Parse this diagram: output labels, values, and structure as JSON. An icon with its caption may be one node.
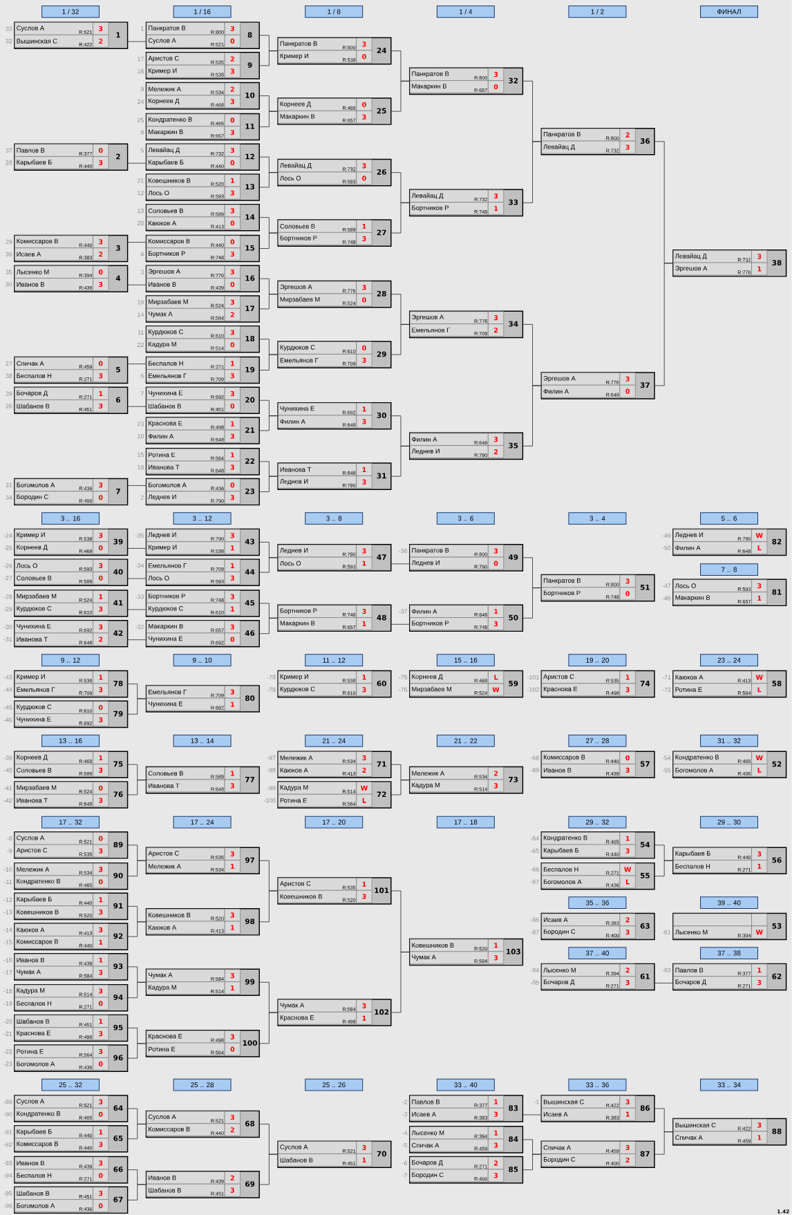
{
  "diagram": {
    "nodes": [
      {
        "text": [
          "1 / 32"
        ]
      },
      {
        "text": [
          "1 / 16"
        ]
      },
      {
        "text": [
          "1 / 8"
        ]
      },
      {
        "text": [
          "1 / 4"
        ]
      },
      {
        "text": [
          "1 / 2"
        ]
      },
      {
        "text": [
          "ФИНАЛ"
        ]
      },
      {
        "text": [
          "Суслов А",
          "R:521",
          "3",
          "Вышинская С",
          "R:422",
          "2",
          "1"
        ],
        "beside": [
          "33",
          "32"
        ]
      },
      {
        "text": [
          "Павлов В",
          "R:377",
          "0",
          "Карыбаев Б",
          "R:440",
          "3",
          "2"
        ],
        "beside": [
          "37",
          "28"
        ]
      },
      {
        "text": [
          "Комиссаров В",
          "R:440",
          "3",
          "Исаев А",
          "R:383",
          "2",
          "3"
        ],
        "beside": [
          "29",
          "36"
        ]
      },
      {
        "text": [
          "Лысенко М",
          "R:394",
          "0",
          "Иванов В",
          "R:439",
          "3",
          "4"
        ],
        "beside": [
          "35",
          "30"
        ]
      },
      {
        "text": [
          "Спичак А",
          "R:459",
          "0",
          "Беспалов Н",
          "R:271",
          "3",
          "5"
        ],
        "beside": [
          "27",
          "38"
        ]
      },
      {
        "text": [
          "Бочаров Д",
          "R:271",
          "1",
          "Шабанов В",
          "R:451",
          "3",
          "6"
        ],
        "beside": [
          "39",
          "26"
        ]
      },
      {
        "text": [
          "Богомолов А",
          "R:436",
          "3",
          "Бородин С",
          "R:400",
          "0",
          "7"
        ],
        "beside": [
          "31",
          "34"
        ]
      },
      {
        "text": [
          "Панкратов В",
          "R:800",
          "3",
          "Суслов А",
          "R:521",
          "0",
          "8"
        ],
        "beside": [
          "1"
        ]
      },
      {
        "text": [
          "Аристов С",
          "R:535",
          "2",
          "Кример И",
          "R:538",
          "3",
          "9"
        ],
        "beside": [
          "17",
          "16"
        ]
      },
      {
        "text": [
          "Мележик А",
          "R:534",
          "2",
          "Корнеев Д",
          "R:468",
          "3",
          "10"
        ],
        "beside": [
          "9",
          "24"
        ]
      },
      {
        "text": [
          "Кондратенко В",
          "R:465",
          "0",
          "Макаркин В",
          "R:657",
          "3",
          "11"
        ],
        "beside": [
          "25",
          "8"
        ]
      },
      {
        "text": [
          "Левайац Д",
          "R:732",
          "3",
          "Карыбаев Б",
          "R:440",
          "0",
          "12"
        ],
        "beside": [
          "5"
        ]
      },
      {
        "text": [
          "Ковешников В",
          "R:520",
          "1",
          "Лось О",
          "R:593",
          "3",
          "13"
        ],
        "beside": [
          "21",
          "12"
        ]
      },
      {
        "text": [
          "Соловьев В",
          "R:589",
          "3",
          "Каюков А",
          "R:413",
          "0",
          "14"
        ],
        "beside": [
          "13",
          "20"
        ]
      },
      {
        "text": [
          "Комиссаров В",
          "R:440",
          "0",
          "Бортников Р",
          "R:748",
          "3",
          "15"
        ],
        "beside": [
          "4"
        ]
      },
      {
        "text": [
          "Эргешов А",
          "R:776",
          "3",
          "Иванов В",
          "R:439",
          "0",
          "16"
        ],
        "beside": [
          "3"
        ]
      },
      {
        "text": [
          "Мирзабаев М",
          "R:524",
          "3",
          "Чумак А",
          "R:584",
          "2",
          "17"
        ],
        "beside": [
          "19",
          "14"
        ]
      },
      {
        "text": [
          "Курдюков С",
          "R:610",
          "3",
          "Кадура М",
          "R:514",
          "0",
          "18"
        ],
        "beside": [
          "11",
          "22"
        ]
      },
      {
        "text": [
          "Беспалов Н",
          "R:271",
          "1",
          "Емельянов Г",
          "R:709",
          "3",
          "19"
        ],
        "beside": [
          "6"
        ]
      },
      {
        "text": [
          "Чунихина Е",
          "R:692",
          "3",
          "Шабанов В",
          "R:451",
          "0",
          "20"
        ],
        "beside": [
          "7"
        ]
      },
      {
        "text": [
          "Краснова Е",
          "R:498",
          "1",
          "Филин А",
          "R:648",
          "3",
          "21"
        ],
        "beside": [
          "23",
          "10"
        ]
      },
      {
        "text": [
          "Ротина Е",
          "R:564",
          "1",
          "Иванова Т",
          "R:648",
          "3",
          "22"
        ],
        "beside": [
          "15",
          "18"
        ]
      },
      {
        "text": [
          "Богомолов А",
          "R:436",
          "0",
          "Леднев И",
          "R:790",
          "3",
          "23"
        ],
        "beside": [
          "2"
        ]
      },
      {
        "text": [
          "Панкратов В",
          "R:800",
          "3",
          "Кример И",
          "R:538",
          "0",
          "24"
        ]
      },
      {
        "text": [
          "Корнеев Д",
          "R:468",
          "0",
          "Макаркин В",
          "R:657",
          "3",
          "25"
        ]
      },
      {
        "text": [
          "Левайац Д",
          "R:732",
          "3",
          "Лось О",
          "R:593",
          "0",
          "26"
        ]
      },
      {
        "text": [
          "Соловьев В",
          "R:589",
          "1",
          "Бортников Р",
          "R:748",
          "3",
          "27"
        ]
      },
      {
        "text": [
          "Эргешов А",
          "R:776",
          "3",
          "Мирзабаев М",
          "R:524",
          "0",
          "28"
        ]
      },
      {
        "text": [
          "Курдюков С",
          "R:610",
          "0",
          "Емельянов Г",
          "R:709",
          "3",
          "29"
        ]
      },
      {
        "text": [
          "Чунихина Е",
          "R:692",
          "1",
          "Филин А",
          "R:648",
          "3",
          "30"
        ]
      },
      {
        "text": [
          "Иванова Т",
          "R:648",
          "1",
          "Леднев И",
          "R:790",
          "3",
          "31"
        ]
      },
      {
        "text": [
          "Панкратов В",
          "R:800",
          "3",
          "Макаркин В",
          "R:657",
          "0",
          "32"
        ]
      },
      {
        "text": [
          "Левайац Д",
          "R:732",
          "3",
          "Бортников Р",
          "R:748",
          "1",
          "33"
        ]
      },
      {
        "text": [
          "Эргешов А",
          "R:776",
          "3",
          "Емельянов Г",
          "R:709",
          "2",
          "34"
        ]
      },
      {
        "text": [
          "Филин А",
          "R:648",
          "3",
          "Леднев И",
          "R:790",
          "2",
          "35"
        ]
      },
      {
        "text": [
          "Панкратов В",
          "R:800",
          "2",
          "Левайац Д",
          "R:732",
          "3",
          "36"
        ]
      },
      {
        "text": [
          "Эргешов А",
          "R:776",
          "3",
          "Филин А",
          "R:648",
          "0",
          "37"
        ]
      },
      {
        "text": [
          "Левайац Д",
          "R:732",
          "3",
          "Эргешов А",
          "R:776",
          "1",
          "38"
        ]
      },
      {
        "text": [
          "3 .. 16"
        ]
      },
      {
        "text": [
          "3 .. 12"
        ]
      },
      {
        "text": [
          "3 .. 8"
        ]
      },
      {
        "text": [
          "3 .. 6"
        ]
      },
      {
        "text": [
          "3 .. 4"
        ]
      },
      {
        "text": [
          "5 .. 6"
        ]
      },
      {
        "text": [
          "Кример И",
          "R:538",
          "3",
          "Корнеев Д",
          "R:468",
          "0",
          "39"
        ],
        "beside": [
          "-24",
          "-25"
        ]
      },
      {
        "text": [
          "Лось О",
          "R:593",
          "3",
          "Соловьев В",
          "R:589",
          "0",
          "40"
        ],
        "beside": [
          "-26",
          "-27"
        ]
      },
      {
        "text": [
          "Мирзабаев М",
          "R:524",
          "1",
          "Курдюков С",
          "R:610",
          "3",
          "41"
        ],
        "beside": [
          "-28",
          "-29"
        ]
      },
      {
        "text": [
          "Чунихина Е",
          "R:692",
          "3",
          "Иванова Т",
          "R:648",
          "2",
          "42"
        ],
        "beside": [
          "-30",
          "-31"
        ]
      },
      {
        "text": [
          "Леднев И",
          "R:790",
          "3",
          "Кример И",
          "R:538",
          "1",
          "43"
        ],
        "beside": [
          "-35"
        ]
      },
      {
        "text": [
          "Емельянов Г",
          "R:709",
          "1",
          "Лось О",
          "R:593",
          "3",
          "44"
        ],
        "beside": [
          "-34"
        ]
      },
      {
        "text": [
          "Бортников Р",
          "R:748",
          "3",
          "Курдюков С",
          "R:610",
          "1",
          "45"
        ],
        "beside": [
          "-33"
        ]
      },
      {
        "text": [
          "Макаркин В",
          "R:657",
          "3",
          "Чунихина Е",
          "R:692",
          "0",
          "46"
        ],
        "beside": [
          "-32"
        ]
      },
      {
        "text": [
          "Леднев И",
          "R:790",
          "3",
          "Лось О",
          "R:593",
          "1",
          "47"
        ]
      },
      {
        "text": [
          "Бортников Р",
          "R:748",
          "3",
          "Макаркин В",
          "R:657",
          "1",
          "48"
        ]
      },
      {
        "text": [
          "Панкратов В",
          "R:800",
          "3",
          "Леднев И",
          "R:790",
          "0",
          "49"
        ],
        "beside": [
          "-36"
        ]
      },
      {
        "text": [
          "Филин А",
          "R:648",
          "1",
          "Бортников Р",
          "R:748",
          "3",
          "50"
        ],
        "beside": [
          "-37"
        ]
      },
      {
        "text": [
          "Панкратов В",
          "R:800",
          "3",
          "Бортников Р",
          "R:748",
          "0",
          "51"
        ]
      },
      {
        "text": [
          "Леднев И",
          "R:790",
          "W",
          "Филин А",
          "R:648",
          "L",
          "82"
        ],
        "beside": [
          "-49",
          "-50"
        ]
      },
      {
        "text": [
          "7 .. 8"
        ]
      },
      {
        "text": [
          "Лось О",
          "R:593",
          "3",
          "Макаркин В",
          "R:657",
          "1",
          "81"
        ],
        "beside": [
          "-47",
          "-48"
        ]
      },
      {
        "text": [
          "9 .. 12"
        ]
      },
      {
        "text": [
          "9 .. 10"
        ]
      },
      {
        "text": [
          "11 .. 12"
        ]
      },
      {
        "text": [
          "15 .. 16"
        ]
      },
      {
        "text": [
          "19 .. 20"
        ]
      },
      {
        "text": [
          "23 .. 24"
        ]
      },
      {
        "text": [
          "Кример И",
          "R:538",
          "1",
          "Емельянов Г",
          "R:709",
          "3",
          "78"
        ],
        "beside": [
          "-43",
          "-44"
        ]
      },
      {
        "text": [
          "Курдюков С",
          "R:610",
          "0",
          "Чунихина Е",
          "R:692",
          "3",
          "79"
        ],
        "beside": [
          "-45",
          "-46"
        ]
      },
      {
        "text": [
          "Емельянов Г",
          "R:709",
          "3",
          "Чунихина Е",
          "R:692",
          "1",
          "80"
        ]
      },
      {
        "text": [
          "Кример И",
          "R:538",
          "1",
          "Курдюков С",
          "R:610",
          "3",
          "60"
        ],
        "beside": [
          "-78",
          "-79"
        ]
      },
      {
        "text": [
          "Корнеев Д",
          "R:468",
          "L",
          "Мирзабаев М",
          "R:524",
          "W",
          "59"
        ],
        "beside": [
          "-75",
          "-76"
        ]
      },
      {
        "text": [
          "Аристов С",
          "R:535",
          "1",
          "Краснова Е",
          "R:498",
          "3",
          "74"
        ],
        "beside": [
          "-101",
          "-102"
        ]
      },
      {
        "text": [
          "Каюков А",
          "R:413",
          "W",
          "Ротина Е",
          "R:564",
          "L",
          "58"
        ],
        "beside": [
          "-71",
          "-72"
        ]
      },
      {
        "text": [
          "13 .. 16"
        ]
      },
      {
        "text": [
          "13 .. 14"
        ]
      },
      {
        "text": [
          "21 .. 24"
        ]
      },
      {
        "text": [
          "21 .. 22"
        ]
      },
      {
        "text": [
          "27 .. 28"
        ]
      },
      {
        "text": [
          "31 .. 32"
        ]
      },
      {
        "text": [
          "Корнеев Д",
          "R:468",
          "1",
          "Соловьев В",
          "R:589",
          "3",
          "75"
        ],
        "beside": [
          "-39",
          "-40"
        ]
      },
      {
        "text": [
          "Мирзабаев М",
          "R:524",
          "0",
          "Иванова Т",
          "R:648",
          "3",
          "76"
        ],
        "beside": [
          "-41",
          "-42"
        ]
      },
      {
        "text": [
          "Соловьев В",
          "R:589",
          "1",
          "Иванова Т",
          "R:648",
          "3",
          "77"
        ]
      },
      {
        "text": [
          "Мележик А",
          "R:534",
          "3",
          "Каюков А",
          "R:413",
          "2",
          "71"
        ],
        "beside": [
          "-97",
          "-98"
        ]
      },
      {
        "text": [
          "Кадура М",
          "R:514",
          "W",
          "Ротина Е",
          "R:564",
          "L",
          "72"
        ],
        "beside": [
          "-99",
          "-100"
        ]
      },
      {
        "text": [
          "Мележик А",
          "R:534",
          "2",
          "Кадура М",
          "R:514",
          "3",
          "73"
        ]
      },
      {
        "text": [
          "Комиссаров В",
          "R:440",
          "0",
          "Иванов В",
          "R:439",
          "3",
          "57"
        ],
        "beside": [
          "-68",
          "-69"
        ]
      },
      {
        "text": [
          "Кондратенко В",
          "R:465",
          "W",
          "Богомолов А",
          "R:436",
          "L",
          "52"
        ],
        "beside": [
          "-54",
          "-55"
        ]
      },
      {
        "text": [
          "17 .. 32"
        ]
      },
      {
        "text": [
          "17 .. 24"
        ]
      },
      {
        "text": [
          "17 .. 20"
        ]
      },
      {
        "text": [
          "17 .. 18"
        ]
      },
      {
        "text": [
          "29 .. 32"
        ]
      },
      {
        "text": [
          "29 .. 30"
        ]
      },
      {
        "text": [
          "Суслов А",
          "R:521",
          "0",
          "Аристов С",
          "R:535",
          "3",
          "89"
        ],
        "beside": [
          "-8",
          "-9"
        ]
      },
      {
        "text": [
          "Мележик А",
          "R:534",
          "3",
          "Кондратенко В",
          "R:465",
          "0",
          "90"
        ],
        "beside": [
          "-10",
          "-11"
        ]
      },
      {
        "text": [
          "Карыбаев Б",
          "R:440",
          "1",
          "Ковешников В",
          "R:520",
          "3",
          "91"
        ],
        "beside": [
          "-12",
          "-13"
        ]
      },
      {
        "text": [
          "Каюков А",
          "R:413",
          "3",
          "Комиссаров В",
          "R:440",
          "1",
          "92"
        ],
        "beside": [
          "-14",
          "-15"
        ]
      },
      {
        "text": [
          "Иванов В",
          "R:439",
          "1",
          "Чумак А",
          "R:584",
          "3",
          "93"
        ],
        "beside": [
          "-16",
          "-17"
        ]
      },
      {
        "text": [
          "Кадура М",
          "R:514",
          "3",
          "Беспалов Н",
          "R:271",
          "0",
          "94"
        ],
        "beside": [
          "-18",
          "-19"
        ]
      },
      {
        "text": [
          "Шабанов В",
          "R:451",
          "1",
          "Краснова Е",
          "R:498",
          "3",
          "95"
        ],
        "beside": [
          "-20",
          "-21"
        ]
      },
      {
        "text": [
          "Ротина Е",
          "R:564",
          "3",
          "Богомолов А",
          "R:436",
          "0",
          "96"
        ],
        "beside": [
          "-22",
          "-23"
        ]
      },
      {
        "text": [
          "Аристов С",
          "R:535",
          "3",
          "Мележик А",
          "R:534",
          "1",
          "97"
        ]
      },
      {
        "text": [
          "Ковешников В",
          "R:520",
          "3",
          "Каюков А",
          "R:413",
          "1",
          "98"
        ]
      },
      {
        "text": [
          "Чумак А",
          "R:584",
          "3",
          "Кадура М",
          "R:514",
          "1",
          "99"
        ]
      },
      {
        "text": [
          "Краснова Е",
          "R:498",
          "3",
          "Ротина Е",
          "R:564",
          "0",
          "100"
        ]
      },
      {
        "text": [
          "Аристов С",
          "R:535",
          "1",
          "Ковешников В",
          "R:520",
          "3",
          "101"
        ]
      },
      {
        "text": [
          "Чумак А",
          "R:584",
          "3",
          "Краснова Е",
          "R:498",
          "1",
          "102"
        ]
      },
      {
        "text": [
          "Ковешников В",
          "R:520",
          "1",
          "Чумак А",
          "R:584",
          "3",
          "103"
        ]
      },
      {
        "text": [
          "Кондратенко В",
          "R:465",
          "1",
          "Карыбаев Б",
          "R:440",
          "3",
          "54"
        ],
        "beside": [
          "-64",
          "-65"
        ]
      },
      {
        "text": [
          "Беспалов Н",
          "R:271",
          "W",
          "Богомолов А",
          "R:436",
          "L",
          "55"
        ],
        "beside": [
          "-66",
          "-67"
        ]
      },
      {
        "text": [
          "Карыбаев Б",
          "R:440",
          "3",
          "Беспалов Н",
          "R:271",
          "1",
          "56"
        ]
      },
      {
        "text": [
          "35 .. 36"
        ]
      },
      {
        "text": [
          "39 .. 40"
        ]
      },
      {
        "text": [
          "Исаев А",
          "R:383",
          "2",
          "Бородин С",
          "R:400",
          "3",
          "63"
        ],
        "beside": [
          "-86",
          "-87"
        ]
      },
      {
        "text": [
          "Лысенко М",
          "R:394",
          "W",
          "53"
        ],
        "beside": [
          "-61"
        ]
      },
      {
        "text": [
          "37 .. 40"
        ]
      },
      {
        "text": [
          "37 .. 38"
        ]
      },
      {
        "text": [
          "Лысенко М",
          "R:394",
          "2",
          "Бочаров Д",
          "R:271",
          "3",
          "61"
        ],
        "beside": [
          "-84",
          "-85"
        ]
      },
      {
        "text": [
          "Павлов В",
          "R:377",
          "1",
          "Бочаров Д",
          "R:271",
          "3",
          "62"
        ],
        "beside": [
          "-83"
        ]
      },
      {
        "text": [
          "25 .. 32"
        ]
      },
      {
        "text": [
          "25 .. 28"
        ]
      },
      {
        "text": [
          "25 .. 26"
        ]
      },
      {
        "text": [
          "33 .. 40"
        ]
      },
      {
        "text": [
          "33 .. 36"
        ]
      },
      {
        "text": [
          "33 .. 34"
        ]
      },
      {
        "text": [
          "Суслов А",
          "R:521",
          "3",
          "Кондратенко В",
          "R:465",
          "0",
          "64"
        ],
        "beside": [
          "-89",
          "-90"
        ]
      },
      {
        "text": [
          "Карыбаев Б",
          "R:440",
          "1",
          "Комиссаров В",
          "R:440",
          "3",
          "65"
        ],
        "beside": [
          "-91",
          "-92"
        ]
      },
      {
        "text": [
          "Иванов В",
          "R:439",
          "3",
          "Беспалов Н",
          "R:271",
          "0",
          "66"
        ],
        "beside": [
          "-93",
          "-94"
        ]
      },
      {
        "text": [
          "Шабанов В",
          "R:451",
          "3",
          "Богомолов А",
          "R:436",
          "0",
          "67"
        ],
        "beside": [
          "-95",
          "-96"
        ]
      },
      {
        "text": [
          "Суслов А",
          "R:521",
          "3",
          "Комиссаров В",
          "R:440",
          "2",
          "68"
        ]
      },
      {
        "text": [
          "Иванов В",
          "R:439",
          "2",
          "Шабанов В",
          "R:451",
          "3",
          "69"
        ]
      },
      {
        "text": [
          "Суслов А",
          "R:521",
          "3",
          "Шабанов В",
          "R:451",
          "1",
          "70"
        ]
      },
      {
        "text": [
          "Павлов В",
          "R:377",
          "1",
          "Исаев А",
          "R:383",
          "3",
          "83"
        ],
        "beside": [
          "-2",
          "-3"
        ]
      },
      {
        "text": [
          "Лысенко М",
          "R:394",
          "1",
          "Спичак А",
          "R:459",
          "3",
          "84"
        ],
        "beside": [
          "-4",
          "-5"
        ]
      },
      {
        "text": [
          "Бочаров Д",
          "R:271",
          "2",
          "Бородин С",
          "R:400",
          "3",
          "85"
        ],
        "beside": [
          "-6",
          "-7"
        ]
      },
      {
        "text": [
          "Вышинская С",
          "R:422",
          "3",
          "Исаев А",
          "R:383",
          "1",
          "86"
        ],
        "beside": [
          "-1"
        ]
      },
      {
        "text": [
          "Спичак А",
          "R:459",
          "3",
          "Бородин С",
          "R:400",
          "2",
          "87"
        ]
      },
      {
        "text": [
          "Вышинская С",
          "R:422",
          "3",
          "Спичак А",
          "R:459",
          "1",
          "88"
        ]
      }
    ],
    "edges": [
      {
        "from": 6,
        "to": 13,
        "arrow": "none"
      },
      {
        "from": 7,
        "to": 17,
        "arrow": "none"
      },
      {
        "from": 8,
        "to": 20,
        "arrow": "none"
      },
      {
        "from": 9,
        "to": 21,
        "arrow": "none"
      },
      {
        "from": 10,
        "to": 24,
        "arrow": "none"
      },
      {
        "from": 11,
        "to": 25,
        "arrow": "none"
      },
      {
        "from": 12,
        "to": 28,
        "arrow": "none"
      },
      {
        "from": 13,
        "to": 29,
        "arrow": "none"
      },
      {
        "from": 14,
        "to": 29,
        "arrow": "none"
      },
      {
        "from": 15,
        "to": 30,
        "arrow": "none"
      },
      {
        "from": 16,
        "to": 30,
        "arrow": "none"
      },
      {
        "from": 17,
        "to": 31,
        "arrow": "none"
      },
      {
        "from": 18,
        "to": 31,
        "arrow": "none"
      },
      {
        "from": 19,
        "to": 32,
        "arrow": "none"
      },
      {
        "from": 20,
        "to": 32,
        "arrow": "none"
      },
      {
        "from": 21,
        "to": 33,
        "arrow": "none"
      },
      {
        "from": 22,
        "to": 33,
        "arrow": "none"
      },
      {
        "from": 23,
        "to": 34,
        "arrow": "none"
      },
      {
        "from": 24,
        "to": 34,
        "arrow": "none"
      },
      {
        "from": 25,
        "to": 35,
        "arrow": "none"
      },
      {
        "from": 26,
        "to": 35,
        "arrow": "none"
      },
      {
        "from": 27,
        "to": 36,
        "arrow": "none"
      },
      {
        "from": 28,
        "to": 36,
        "arrow": "none"
      },
      {
        "from": 29,
        "to": 37,
        "arrow": "none"
      },
      {
        "from": 30,
        "to": 37,
        "arrow": "none"
      },
      {
        "from": 31,
        "to": 38,
        "arrow": "none"
      },
      {
        "from": 32,
        "to": 38,
        "arrow": "none"
      },
      {
        "from": 33,
        "to": 39,
        "arrow": "none"
      },
      {
        "from": 34,
        "to": 39,
        "arrow": "none"
      },
      {
        "from": 35,
        "to": 40,
        "arrow": "none"
      },
      {
        "from": 36,
        "to": 40,
        "arrow": "none"
      },
      {
        "from": 37,
        "to": 41,
        "arrow": "none"
      },
      {
        "from": 38,
        "to": 41,
        "arrow": "none"
      },
      {
        "from": 39,
        "to": 42,
        "arrow": "none"
      },
      {
        "from": 40,
        "to": 42,
        "arrow": "none"
      },
      {
        "from": 41,
        "to": 43,
        "arrow": "none"
      },
      {
        "from": 42,
        "to": 43,
        "arrow": "none"
      },
      {
        "from": 50,
        "to": 54,
        "arrow": "none"
      },
      {
        "from": 51,
        "to": 55,
        "arrow": "none"
      },
      {
        "from": 52,
        "to": 56,
        "arrow": "none"
      },
      {
        "from": 53,
        "to": 57,
        "arrow": "none"
      },
      {
        "from": 54,
        "to": 58,
        "arrow": "none"
      },
      {
        "from": 55,
        "to": 58,
        "arrow": "none"
      },
      {
        "from": 56,
        "to": 59,
        "arrow": "none"
      },
      {
        "from": 57,
        "to": 59,
        "arrow": "none"
      },
      {
        "from": 58,
        "to": 60,
        "arrow": "none"
      },
      {
        "from": 59,
        "to": 61,
        "arrow": "none"
      },
      {
        "from": 60,
        "to": 62,
        "arrow": "none"
      },
      {
        "from": 61,
        "to": 62,
        "arrow": "none"
      },
      {
        "from": 72,
        "to": 74,
        "arrow": "none"
      },
      {
        "from": 73,
        "to": 74,
        "arrow": "none"
      },
      {
        "from": 85,
        "to": 87,
        "arrow": "none"
      },
      {
        "from": 86,
        "to": 87,
        "arrow": "none"
      },
      {
        "from": 88,
        "to": 90,
        "arrow": "none"
      },
      {
        "from": 89,
        "to": 90,
        "arrow": "none"
      },
      {
        "from": 99,
        "to": 107,
        "arrow": "none"
      },
      {
        "from": 100,
        "to": 107,
        "arrow": "none"
      },
      {
        "from": 101,
        "to": 108,
        "arrow": "none"
      },
      {
        "from": 102,
        "to": 108,
        "arrow": "none"
      },
      {
        "from": 103,
        "to": 109,
        "arrow": "none"
      },
      {
        "from": 104,
        "to": 109,
        "arrow": "none"
      },
      {
        "from": 105,
        "to": 110,
        "arrow": "none"
      },
      {
        "from": 106,
        "to": 110,
        "arrow": "none"
      },
      {
        "from": 107,
        "to": 111,
        "arrow": "none"
      },
      {
        "from": 108,
        "to": 111,
        "arrow": "none"
      },
      {
        "from": 109,
        "to": 112,
        "arrow": "none"
      },
      {
        "from": 110,
        "to": 112,
        "arrow": "none"
      },
      {
        "from": 111,
        "to": 113,
        "arrow": "none"
      },
      {
        "from": 112,
        "to": 113,
        "arrow": "none"
      },
      {
        "from": 114,
        "to": 116,
        "arrow": "none"
      },
      {
        "from": 115,
        "to": 116,
        "arrow": "none"
      },
      {
        "from": 123,
        "to": 124,
        "arrow": "none"
      },
      {
        "from": 131,
        "to": 135,
        "arrow": "none"
      },
      {
        "from": 132,
        "to": 135,
        "arrow": "none"
      },
      {
        "from": 133,
        "to": 136,
        "arrow": "none"
      },
      {
        "from": 134,
        "to": 136,
        "arrow": "none"
      },
      {
        "from": 135,
        "to": 137,
        "arrow": "none"
      },
      {
        "from": 136,
        "to": 137,
        "arrow": "none"
      },
      {
        "from": 138,
        "to": 141,
        "arrow": "none"
      },
      {
        "from": 139,
        "to": 142,
        "arrow": "none"
      },
      {
        "from": 140,
        "to": 142,
        "arrow": "none"
      },
      {
        "from": 141,
        "to": 143,
        "arrow": "none"
      },
      {
        "from": 142,
        "to": 143,
        "arrow": "none"
      }
    ],
    "labels": [
      "1.42"
    ]
  }
}
